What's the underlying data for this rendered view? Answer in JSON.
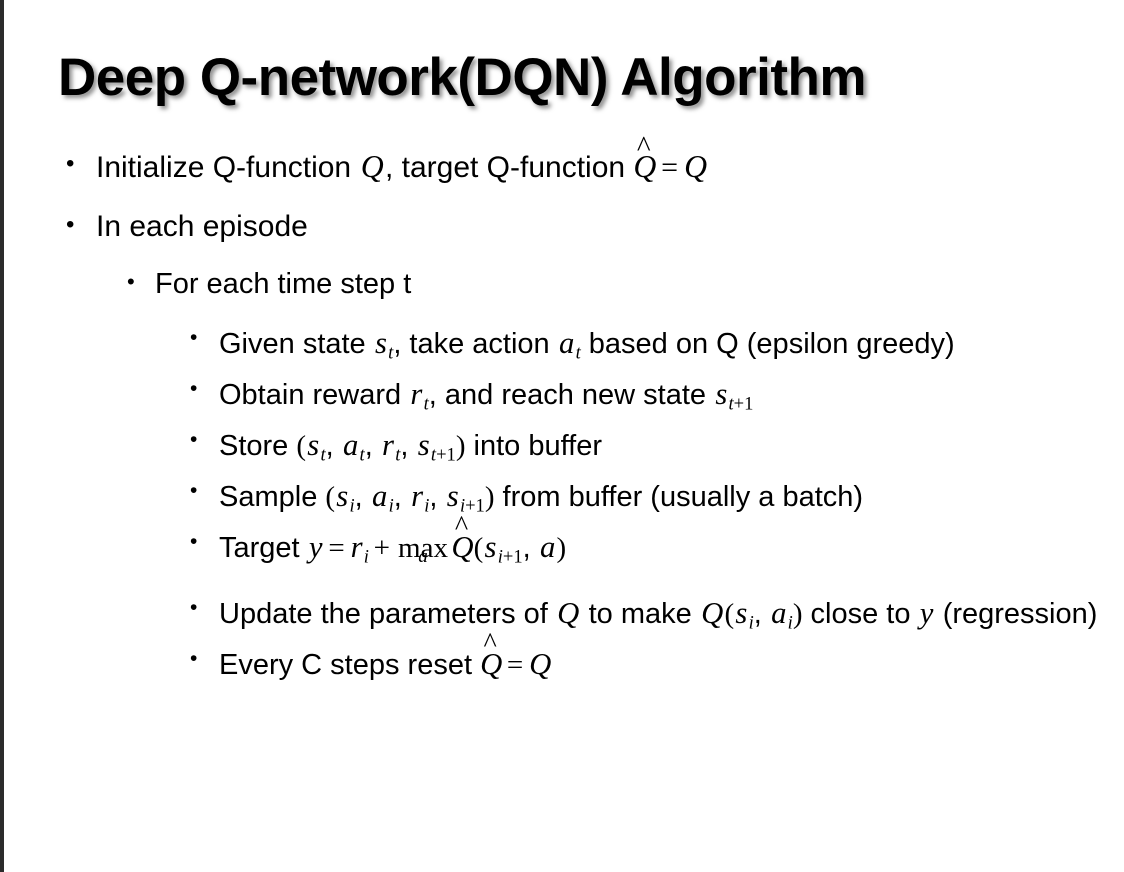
{
  "slide": {
    "title": "Deep Q-network(DQN) Algorithm",
    "background_color": "#ffffff",
    "text_color": "#000000",
    "edge_bar_color": "#2b2b2b"
  },
  "bullets": {
    "l1_initialize": {
      "pre": "Initialize Q-function ",
      "q1": "Q",
      "mid": ", target Q-function ",
      "qhat": "Q",
      "hat": "^",
      "eq": "=",
      "q2": "Q"
    },
    "l1_in_each_episode": "In each episode",
    "l2_for_each_time_step": "For each time step t",
    "l3_given_state": {
      "pre": "Given state ",
      "s": "s",
      "s_sub": "t",
      "mid1": ", take action ",
      "a": "a",
      "a_sub": "t",
      "post": " based on Q (epsilon greedy)"
    },
    "l3_obtain_reward": {
      "pre": "Obtain reward ",
      "r": "r",
      "r_sub": "t",
      "mid": ", and reach new state ",
      "s": "s",
      "s_sub_i": "t",
      "s_sub_n": "+1"
    },
    "l3_store": {
      "pre": "Store ",
      "open": "(",
      "s1": "s",
      "s1_sub": "t",
      "c1": ", ",
      "a1": "a",
      "a1_sub": "t",
      "c2": ", ",
      "r1": "r",
      "r1_sub": "t",
      "c3": ", ",
      "s2": "s",
      "s2_sub_i": "t",
      "s2_sub_n": "+1",
      "close": ")",
      "post": " into buffer"
    },
    "l3_sample": {
      "pre": "Sample ",
      "open": "(",
      "s1": "s",
      "s1_sub": "i",
      "c1": ", ",
      "a1": "a",
      "a1_sub": "i",
      "c2": ", ",
      "r1": "r",
      "r1_sub": "i",
      "c3": ", ",
      "s2": "s",
      "s2_sub_i": "i",
      "s2_sub_n": "+1",
      "close": ")",
      "post": " from buffer (usually a batch)"
    },
    "l3_target": {
      "pre": "Target ",
      "y": "y",
      "eq": "=",
      "r": "r",
      "r_sub": "i",
      "plus": "+",
      "max": "max",
      "max_sub": "a",
      "qhat": "Q",
      "hat": "^",
      "open": "(",
      "s": "s",
      "s_sub_i": "i",
      "s_sub_n": "+1",
      "comma": ", ",
      "a": "a",
      "close": ")"
    },
    "l3_update": {
      "pre": "Update the parameters of ",
      "q1": "Q",
      "mid": " to make ",
      "q2": "Q",
      "open": "(",
      "s": "s",
      "s_sub": "i",
      "comma": ", ",
      "a": "a",
      "a_sub": "i",
      "close": ")",
      "post": " close to ",
      "y": "y",
      "tail": " (regression)"
    },
    "l3_every_c": {
      "pre": "Every C steps reset ",
      "qhat": "Q",
      "hat": "^",
      "eq": "=",
      "q": "Q"
    }
  },
  "glyphs": {
    "bullet_dot": "•"
  }
}
